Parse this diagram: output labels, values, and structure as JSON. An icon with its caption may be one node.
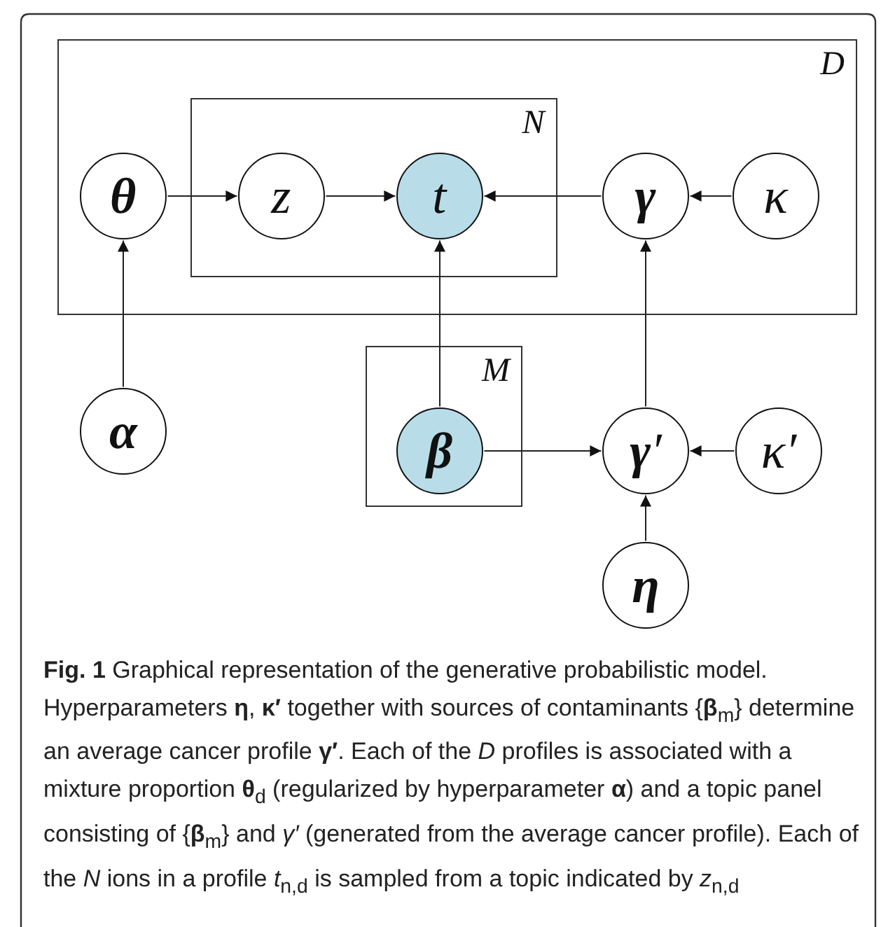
{
  "diagram": {
    "caption": "**Fig. 1** Graphical representation of the generative probabilistic model. Hyperparameters **η**, **κ′** together with sources of contaminants {**β**$_{m}$} determine an average cancer profile **γ′**. Each of the *D* profiles is associated with a mixture proportion **θ**$_{d}$ (regularized by hyperparameter **α**) and a topic panel consisting of {**β**$_{m}$} and *γ′* (generated from the average cancer profile). Each of the *N* ions in a profile *t*$_{n,d}$ is sampled from a topic indicated by *z*$_{n,d}$",
    "nodes": [
      {
        "text": [
          "D"
        ]
      },
      {
        "text": [
          "**θ**"
        ],
        "in": 0
      },
      {
        "text": [
          "N"
        ],
        "in": 0
      },
      {
        "text": [
          "z"
        ],
        "in": 2
      },
      {
        "text": [
          "t"
        ],
        "in": 2
      },
      {
        "text": [
          "**γ**"
        ],
        "in": 0
      },
      {
        "text": [
          "κ"
        ],
        "in": 0
      },
      {
        "text": [
          "**α**"
        ]
      },
      {
        "text": [
          "M"
        ]
      },
      {
        "text": [
          "**β**"
        ],
        "in": 8
      },
      {
        "text": [
          "**γ**′"
        ]
      },
      {
        "text": [
          "κ′"
        ]
      },
      {
        "text": [
          "**η**"
        ]
      }
    ],
    "edges": [
      {
        "from": 1,
        "to": 3,
        "arrow": "to"
      },
      {
        "from": 3,
        "to": 4,
        "arrow": "to"
      },
      {
        "from": 5,
        "to": 4,
        "arrow": "to"
      },
      {
        "from": 6,
        "to": 5,
        "arrow": "to"
      },
      {
        "from": 7,
        "to": 1,
        "arrow": "to"
      },
      {
        "from": 9,
        "to": 4,
        "arrow": "to"
      },
      {
        "from": 9,
        "to": 10,
        "arrow": "to"
      },
      {
        "from": 10,
        "to": 5,
        "arrow": "to"
      },
      {
        "from": 11,
        "to": 10,
        "arrow": "to"
      },
      {
        "from": 12,
        "to": 10,
        "arrow": "to"
      }
    ]
  }
}
